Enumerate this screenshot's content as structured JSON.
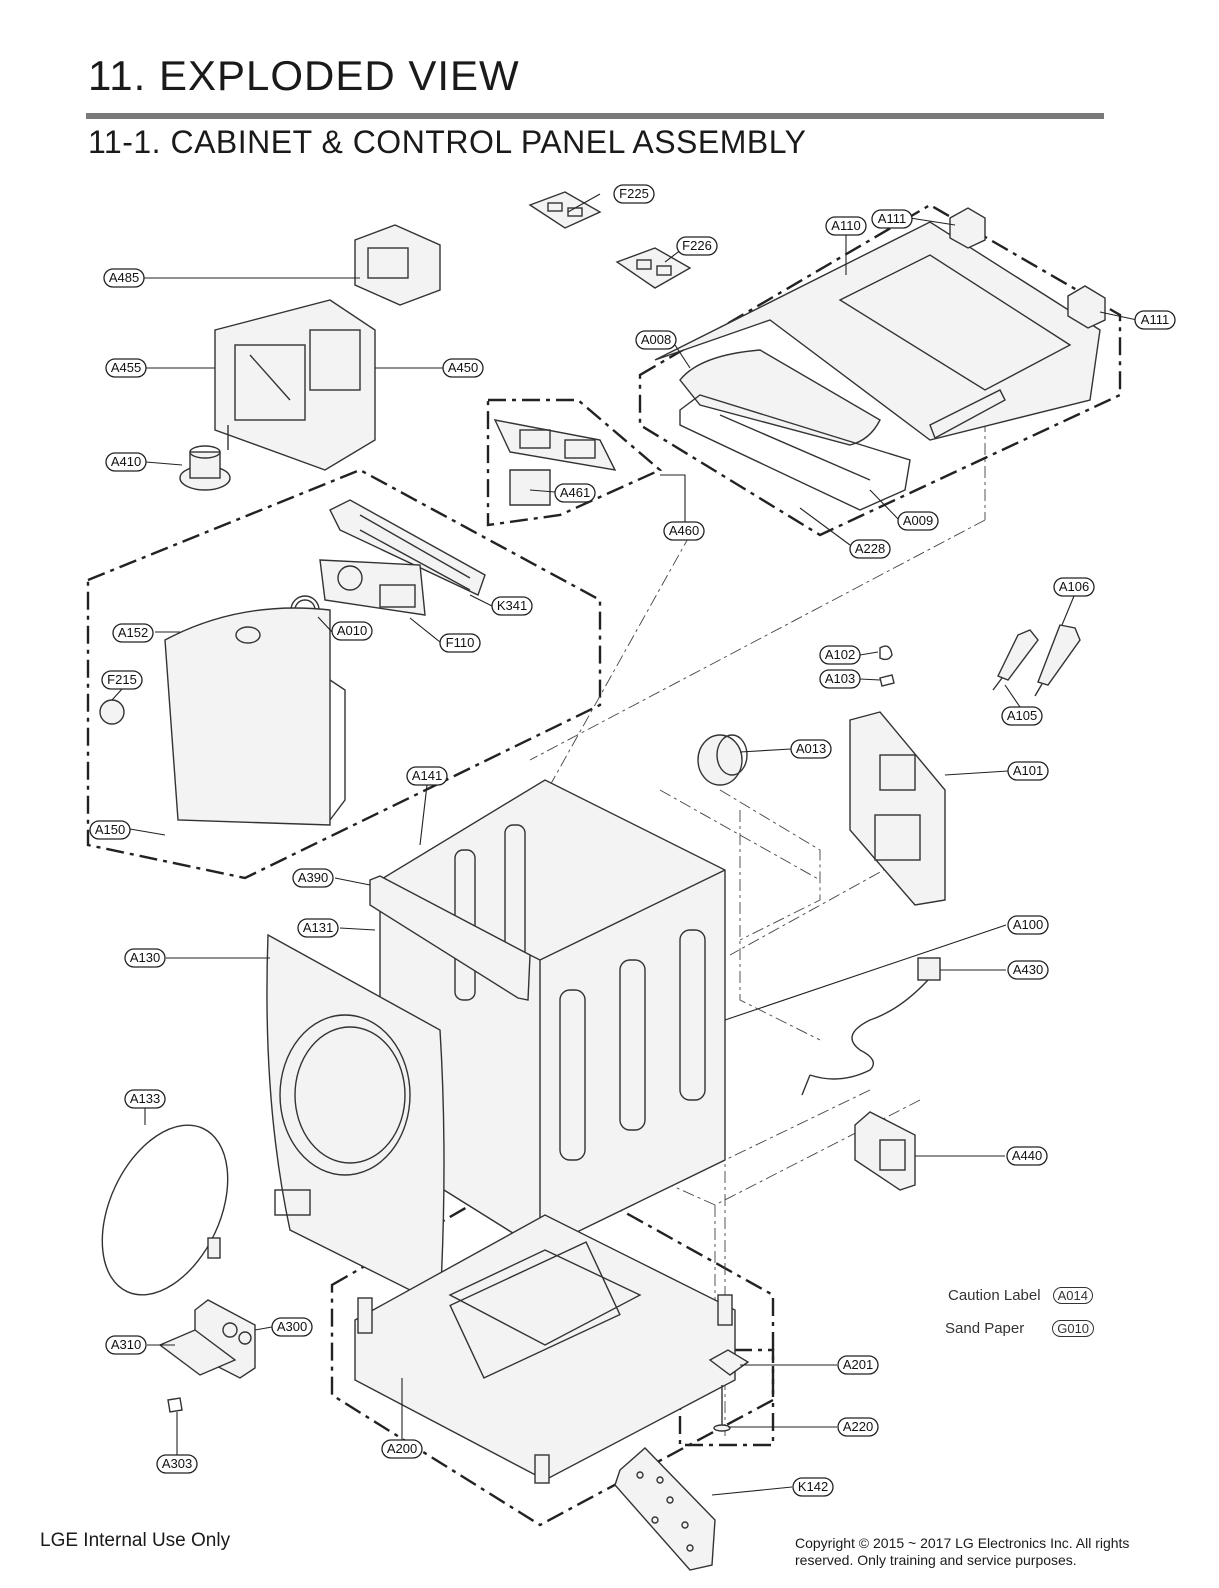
{
  "title": "11. EXPLODED VIEW",
  "subtitle": "11-1. CABINET  & CONTROL PANEL ASSEMBLY",
  "callouts": {
    "F225": "F225",
    "F226": "F226",
    "A110": "A110",
    "A111_top": "A111",
    "A111_right": "A111",
    "A485": "A485",
    "A455": "A455",
    "A450": "A450",
    "A410": "A410",
    "A008": "A008",
    "A461": "A461",
    "A460": "A460",
    "A009": "A009",
    "A228": "A228",
    "K341": "K341",
    "A152": "A152",
    "A010": "A010",
    "F110": "F110",
    "F215": "F215",
    "A150": "A150",
    "A106": "A106",
    "A102": "A102",
    "A103": "A103",
    "A105": "A105",
    "A013": "A013",
    "A101": "A101",
    "A141": "A141",
    "A390": "A390",
    "A131": "A131",
    "A130": "A130",
    "A100": "A100",
    "A430": "A430",
    "A133": "A133",
    "A440": "A440",
    "A300": "A300",
    "A310": "A310",
    "A303": "A303",
    "A201": "A201",
    "A220": "A220",
    "A200": "A200",
    "K142": "K142"
  },
  "legend": [
    {
      "label": "Caution Label",
      "code": "A014"
    },
    {
      "label": "Sand Paper",
      "code": "G010"
    }
  ],
  "footer": {
    "left": "LGE Internal Use Only",
    "right": "Copyright © 2015 ~ 2017 LG Electronics Inc. All rights reserved. Only training and service purposes."
  }
}
